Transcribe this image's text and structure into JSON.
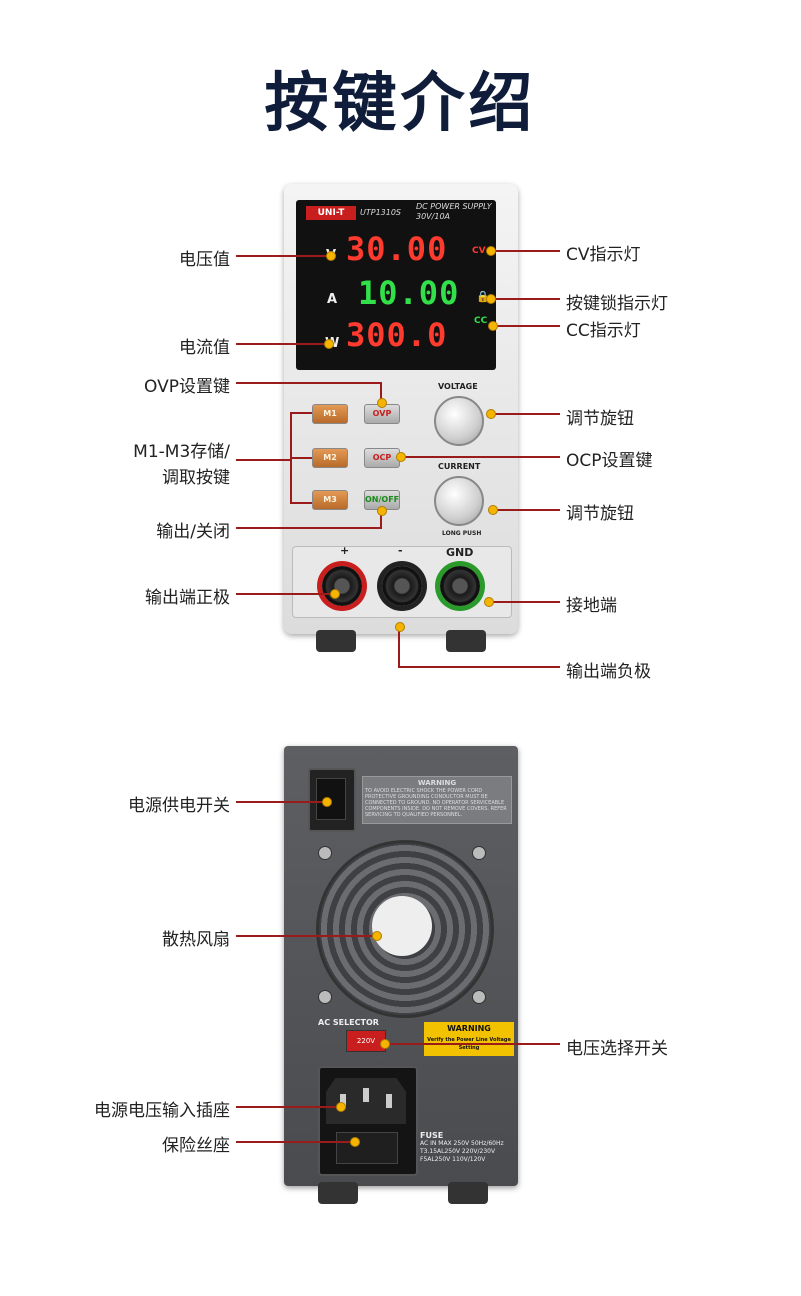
{
  "title": "按键介绍",
  "front": {
    "brand": "UNI-T",
    "model": "UTP1310S",
    "dc_power_supply": "DC POWER SUPPLY",
    "rating": "30V/10A",
    "voltage_reading": "30.00",
    "current_reading": "10.00",
    "power_reading": "300.0",
    "unit_v": "V",
    "unit_a": "A",
    "unit_w": "W",
    "cv": "CV",
    "cc": "CC",
    "btn_m1": "M1",
    "btn_m2": "M2",
    "btn_m3": "M3",
    "btn_ovp": "OVP",
    "btn_ocp": "OCP",
    "btn_onoff": "ON/OFF",
    "voltage_knob": "VOLTAGE",
    "current_knob": "CURRENT",
    "long_push": "LONG PUSH",
    "plus": "+",
    "minus": "-",
    "gnd": "GND"
  },
  "rear": {
    "warning_title": "WARNING",
    "warning_text": "TO AVOID ELECTRIC SHOCK THE POWER CORD PROTECTIVE GROUNDING CONDUCTOR MUST BE CONNECTED TO GROUND. NO OPERATOR SERVICEABLE COMPONENTS INSIDE. DO NOT REMOVE COVERS. REFER SERVICING TO QUALIFIED PERSONNEL.",
    "ac_selector": "AC SELECTOR",
    "selector_value": "220V",
    "yellow_warning": "WARNING",
    "yellow_sub": "Verify the Power Line Voltage Setting",
    "fuse_title": "FUSE",
    "fuse_text": "AC IN MAX 250V 50Hz/60Hz  T3.15AL250V 220V/230V  F5AL250V 110V/120V"
  },
  "labels": {
    "voltage_value": "电压值",
    "current_value": "电流值",
    "ovp_key": "OVP设置键",
    "m_keys_1": "M1-M3存储/",
    "m_keys_2": "调取按键",
    "output_onoff": "输出/关闭",
    "output_positive": "输出端正极",
    "cv_indicator": "CV指示灯",
    "key_lock_indicator": "按键锁指示灯",
    "cc_indicator": "CC指示灯",
    "knob_1": "调节旋钮",
    "ocp_key": "OCP设置键",
    "knob_2": "调节旋钮",
    "ground": "接地端",
    "output_negative": "输出端负极",
    "power_switch": "电源供电开关",
    "fan": "散热风扇",
    "voltage_selector": "电压选择开关",
    "power_socket": "电源电压输入插座",
    "fuse_holder": "保险丝座"
  },
  "colors": {
    "line": "#9b1b1b",
    "dot": "#f5b400",
    "red_digits": "#ff3b2f",
    "green_digits": "#32e04a"
  }
}
